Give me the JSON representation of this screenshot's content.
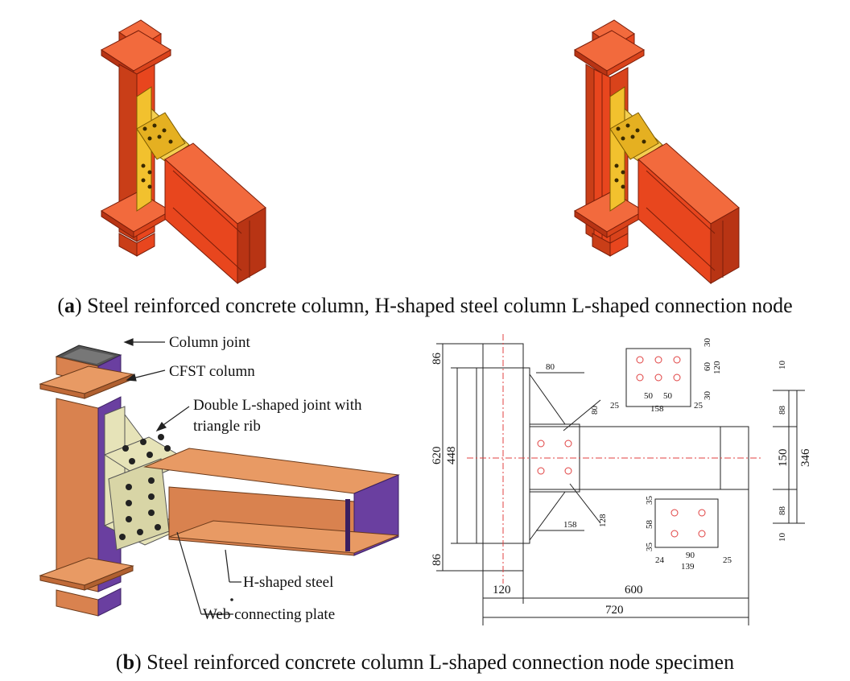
{
  "panel_a": {
    "caption_letter": "a",
    "caption_text": " Steel reinforced concrete column, H-shaped steel column L-shaped connection node"
  },
  "panel_b": {
    "caption_letter": "b",
    "caption_text": " Steel reinforced concrete column L-shaped connection node specimen",
    "labels": {
      "column_joint": "Column joint",
      "cfst_column": "CFST column",
      "double_l_line1": "Double L-shaped joint with",
      "double_l_line2": "triangle rib",
      "h_shaped_steel": "H-shaped steel",
      "web_plate": "Web connecting plate"
    },
    "dimensions": {
      "d86_top": "86",
      "d448": "448",
      "d620": "620",
      "d86_bottom": "86",
      "d120_w": "120",
      "d600": "600",
      "d720": "720",
      "d80_h": "80",
      "d80_v": "80",
      "d158_top": "158",
      "d158_bottom": "158",
      "d128": "128",
      "d10_top": "10",
      "d88_top": "88",
      "d150": "150",
      "d346": "346",
      "d88_bottom": "88",
      "d10_bottom": "10",
      "dt_30a": "30",
      "dt_60": "60",
      "dt_120": "120",
      "dt_30b": "30",
      "dt_25a": "25",
      "dt_50a": "50",
      "dt_50b": "50",
      "dt_25b": "25",
      "dt_158": "158",
      "db_35a": "35",
      "db_58": "58",
      "db_35b": "35",
      "db_24": "24",
      "db_90": "90",
      "db_25": "25",
      "db_139": "139"
    }
  },
  "colors": {
    "column_red": "#e8461e",
    "column_dark": "#b83414",
    "joint_yellow": "#f2c12e",
    "model_orange": "#d9824f",
    "model_purple": "#6a3fa0",
    "plate_beige": "#e6e3b8",
    "centerline_red": "#e04040"
  }
}
